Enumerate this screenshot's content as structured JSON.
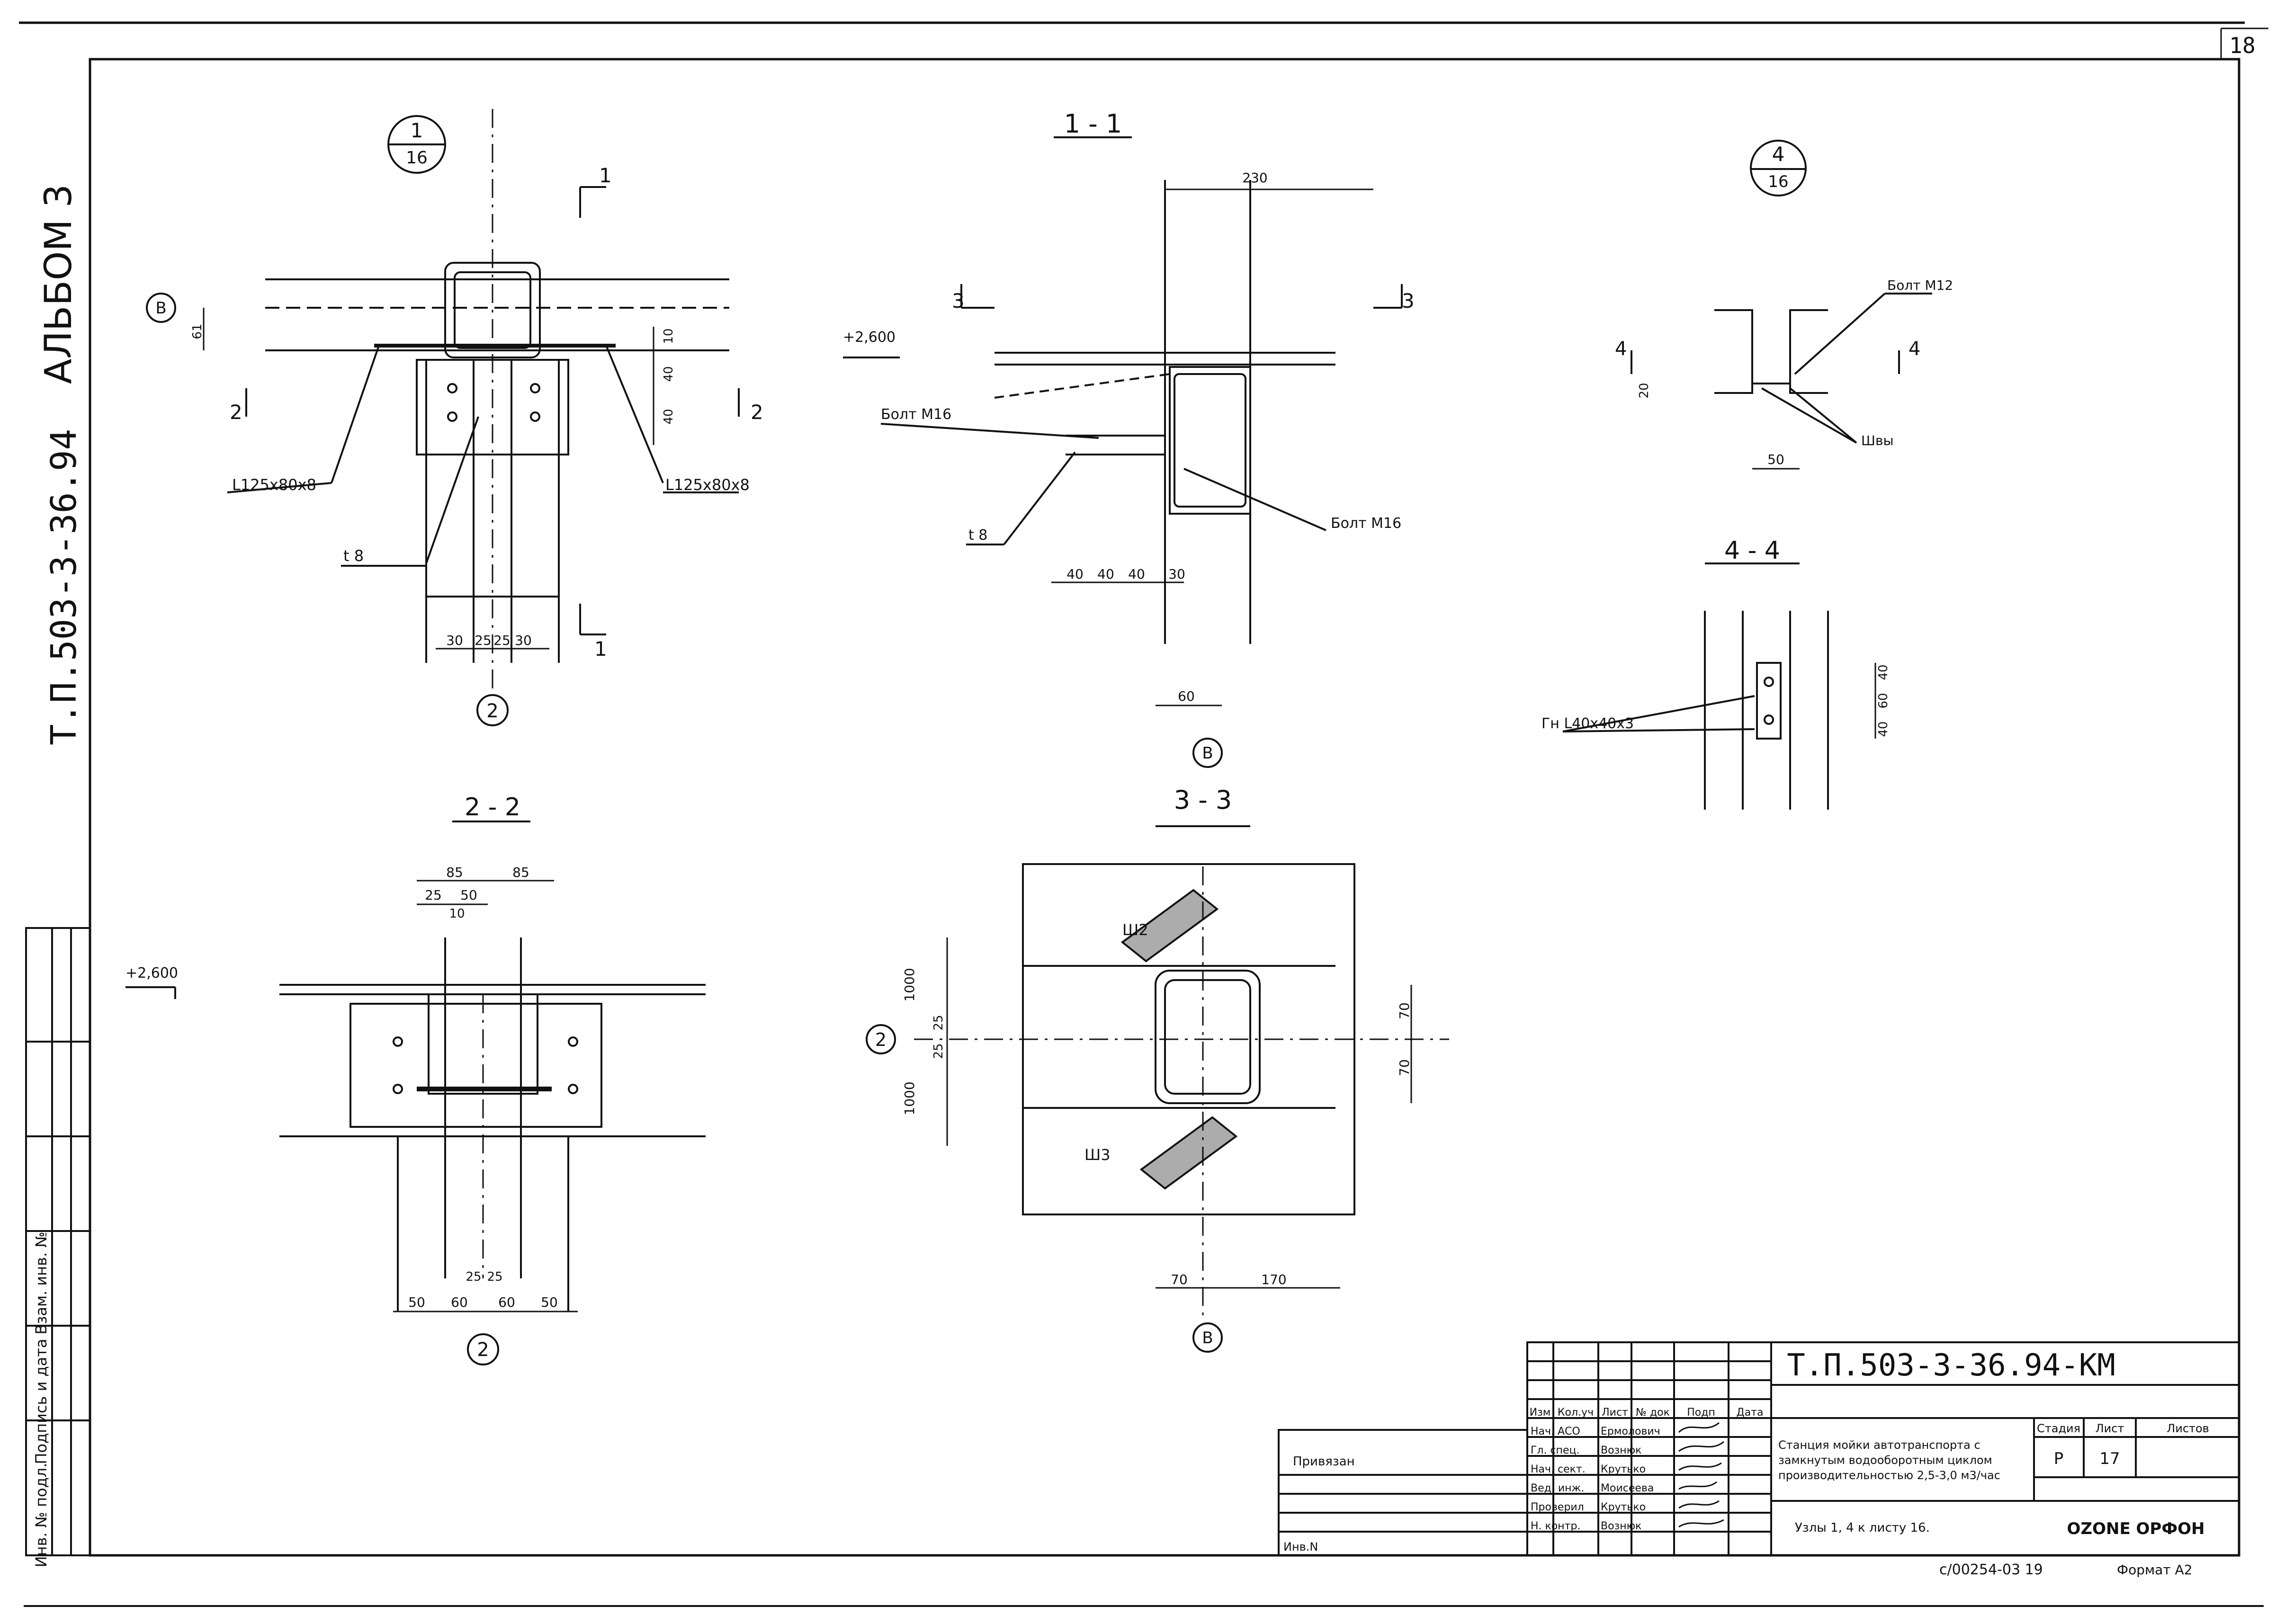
{
  "sheet": {
    "corner_number": "18",
    "album": "АЛЬБОМ 3",
    "designation_side": "Т.П.503-3-36.94",
    "format": "Формат А2",
    "bottom_note": "с/00254-03  19"
  },
  "views": {
    "node1_top": "1",
    "node1_bottom": "16",
    "node4_top": "4",
    "node4_bottom": "16",
    "sec_1_1": "1 - 1",
    "sec_2_2": "2 - 2",
    "sec_3_3": "3 - 3",
    "sec_4_4": "4 - 4"
  },
  "labels": {
    "axis_b": "В",
    "axis_2": "2",
    "cut1": "1",
    "cut2": "2",
    "cut3": "3",
    "cut4": "4",
    "angle_left": "L125x80x8",
    "angle_right": "L125x80x8",
    "plate_t8": "t 8",
    "plate_t8_b": "t 8",
    "level": "+2,600",
    "level_b": "+2,600",
    "bolt_m16_a": "Болт М16",
    "bolt_m16_b": "Болт М16",
    "bolt_m12": "Болт М12",
    "welds": "Швы",
    "angle_gn": "Гн L40x40x3",
    "sh2": "Ш2",
    "sh3": "Ш3",
    "dims": {
      "d61": "61",
      "d10": "10",
      "d40a": "40",
      "d40b": "40",
      "d30a": "30",
      "d25a": "25",
      "d25b": "25",
      "d30b": "30",
      "d230": "230",
      "d40_1": "40",
      "d40_2": "40",
      "d40_3": "40",
      "d30_1": "30",
      "d60": "60",
      "d85a": "85",
      "d85b": "85",
      "d25c": "25",
      "d50": "50",
      "d10b": "10",
      "d50a": "50",
      "d60a": "60",
      "d60b": "60",
      "d50b": "50",
      "d25d": "25",
      "d25e": "25",
      "d1000a": "1000",
      "d1000b": "1000",
      "d25f": "25",
      "d25g": "25",
      "d70a": "70",
      "d70b": "70",
      "d70c": "70",
      "d170": "170",
      "d20": "20",
      "d50c": "50",
      "d40c": "40",
      "d60c": "60",
      "d40d": "40"
    }
  },
  "left_margin": [
    "Инв. № подл.",
    "Подпись и дата",
    "Взам. инв. №"
  ],
  "title_block": {
    "code": "Т.П.503-3-36.94-КМ",
    "header": [
      "Изм",
      "Кол.уч",
      "Лист",
      "№ док",
      "Подп",
      "Дата"
    ],
    "roles": [
      "Нач. АСО",
      "Гл. спец.",
      "Нач. сект.",
      "Вед. инж.",
      "Проверил",
      "Н. контр."
    ],
    "names": [
      "Ермолович",
      "Вознюк",
      "Крутько",
      "Моисеева",
      "Крутько",
      "Вознюк"
    ],
    "privyazan": "Привязан",
    "inv": "Инв.N",
    "title": [
      "Станция мойки автотранспорта с",
      "замкнутым водооборотным циклом",
      "производительностью 2,5-3,0 м3/час"
    ],
    "subtitle": "Узлы 1, 4 к листу 16.",
    "stage_h": "Стадия",
    "sheet_h": "Лист",
    "sheets_h": "Листов",
    "stage": "Р",
    "sheet_no": "17",
    "logo": "OZONE ОРФОН"
  }
}
